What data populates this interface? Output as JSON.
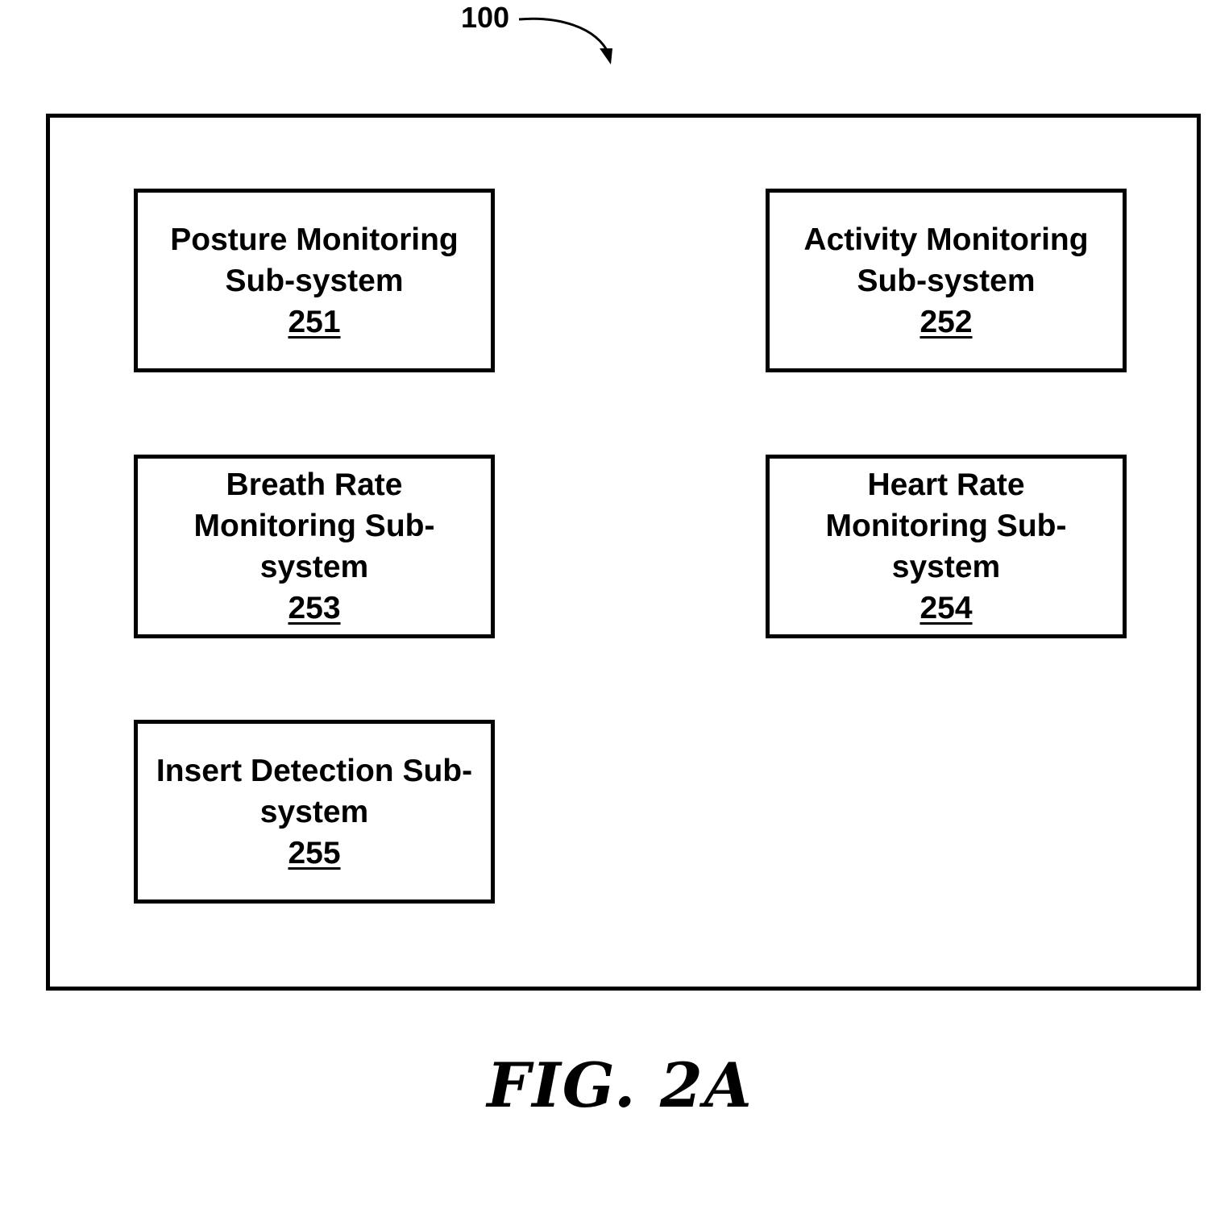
{
  "reference": {
    "label": "100"
  },
  "blocks": [
    {
      "lines": [
        "Posture Monitoring",
        "Sub-system"
      ],
      "number": "251"
    },
    {
      "lines": [
        "Activity Monitoring",
        "Sub-system"
      ],
      "number": "252"
    },
    {
      "lines": [
        "Breath Rate",
        "Monitoring Sub-",
        "system"
      ],
      "number": "253"
    },
    {
      "lines": [
        "Heart Rate",
        "Monitoring Sub-",
        "system"
      ],
      "number": "254"
    },
    {
      "lines": [
        "Insert Detection Sub-",
        "system"
      ],
      "number": "255"
    }
  ],
  "caption": "FIG. 2A"
}
